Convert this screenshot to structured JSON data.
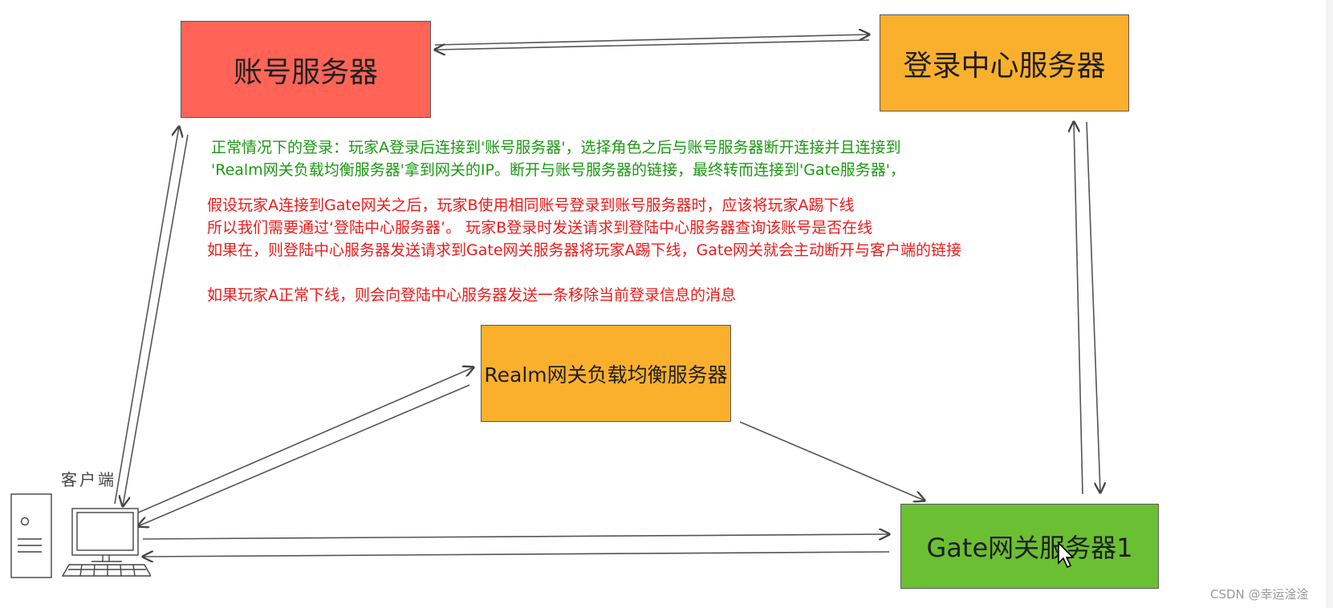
{
  "nodes": {
    "account_server": "账号服务器",
    "login_center_server": "登录中心服务器",
    "realm_server": "Realm网关负载均衡服务器",
    "gate_server": "Gate网关服务器1",
    "client": "客户端"
  },
  "notes": {
    "normal_login": [
      "正常情况下的登录：玩家A登录后连接到'账号服务器'，选择角色之后与账号服务器断开连接并且连接到",
      "'Realm网关负载均衡服务器'拿到网关的IP。断开与账号服务器的链接，最终转而连接到'Gate服务器'，"
    ],
    "kick_scenario": [
      "假设玩家A连接到Gate网关之后，玩家B使用相同账号登录到账号服务器时，应该将玩家A踢下线",
      "所以我们需要通过‘登陆中心服务器’。 玩家B登录时发送请求到登陆中心服务器查询该账号是否在线",
      "如果在，则登陆中心服务器发送请求到Gate网关服务器将玩家A踢下线，Gate网关就会主动断开与客户端的链接"
    ],
    "normal_logout": "如果玩家A正常下线，则会向登陆中心服务器发送一条移除当前登录信息的消息"
  },
  "watermark": "CSDN @幸运淦淦",
  "colors": {
    "account_server": "#ff6457",
    "login_center_server": "#fbb02d",
    "realm_server": "#fbb02d",
    "gate_server": "#6bbf33",
    "note_green": "#1a9a12",
    "note_red": "#ee1b1b"
  }
}
